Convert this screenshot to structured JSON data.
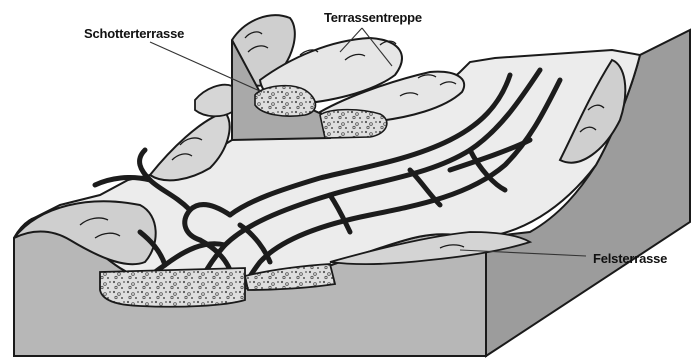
{
  "labels": {
    "schotterterrasse": "Schotterterrasse",
    "terrassentreppe": "Terrassentreppe",
    "felsterrasse": "Felsterrasse"
  },
  "colors": {
    "outline": "#1a1a1a",
    "top_surface": "#ececec",
    "valley_floor": "#e2e2e2",
    "front_face": "#b5b5b5",
    "side_face": "#9a9a9a",
    "slope_shade": "#cfcfcf",
    "gravel": "#d8d8d8",
    "river": "#1c1c1c"
  }
}
